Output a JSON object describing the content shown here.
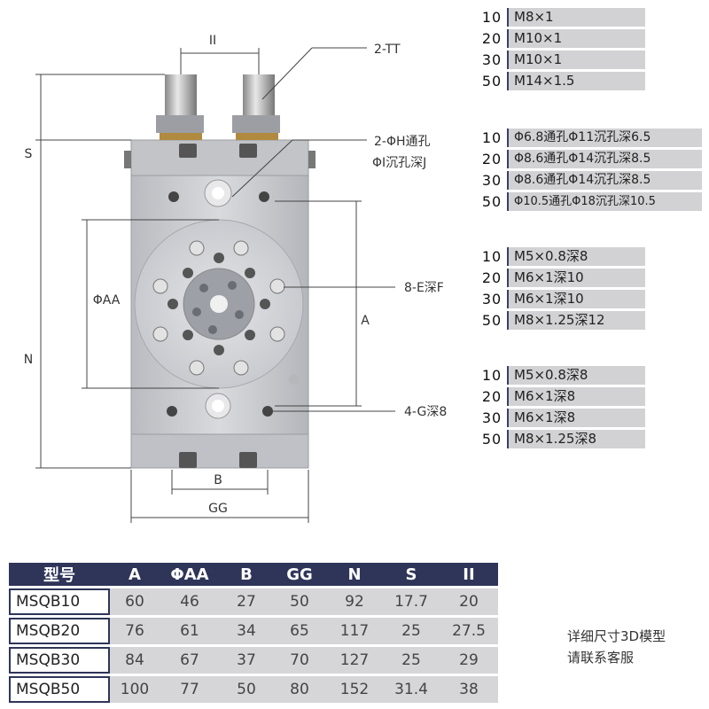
{
  "callouts": {
    "tt": "2-TT",
    "hole_line1": "2-ΦH通孔",
    "hole_line2": "ΦI沉孔深J",
    "e_thread": "8-E深F",
    "g_thread": "4-G深8"
  },
  "dims": {
    "ii": "II",
    "s": "S",
    "n": "N",
    "aa": "ΦAA",
    "a": "A",
    "b": "B",
    "gg": "GG"
  },
  "spec_tt": [
    {
      "size": "10",
      "value": "M8×1"
    },
    {
      "size": "20",
      "value": "M10×1"
    },
    {
      "size": "30",
      "value": "M10×1"
    },
    {
      "size": "50",
      "value": "M14×1.5"
    }
  ],
  "spec_h": [
    {
      "size": "10",
      "value": "Φ6.8通孔Φ11沉孔深6.5"
    },
    {
      "size": "20",
      "value": "Φ8.6通孔Φ14沉孔深8.5"
    },
    {
      "size": "30",
      "value": "Φ8.6通孔Φ14沉孔深8.5"
    },
    {
      "size": "50",
      "value": "Φ10.5通孔Φ18沉孔深10.5"
    }
  ],
  "spec_e": [
    {
      "size": "10",
      "value": "M5×0.8深8"
    },
    {
      "size": "20",
      "value": "M6×1深10"
    },
    {
      "size": "30",
      "value": "M6×1深10"
    },
    {
      "size": "50",
      "value": "M8×1.25深12"
    }
  ],
  "spec_g": [
    {
      "size": "10",
      "value": "M5×0.8深8"
    },
    {
      "size": "20",
      "value": "M6×1深8"
    },
    {
      "size": "30",
      "value": "M6×1深8"
    },
    {
      "size": "50",
      "value": "M8×1.25深8"
    }
  ],
  "table": {
    "headers": [
      "型号",
      "A",
      "ΦAA",
      "B",
      "GG",
      "N",
      "S",
      "II"
    ],
    "rows": [
      [
        "MSQB10",
        "60",
        "46",
        "27",
        "50",
        "92",
        "17.7",
        "20"
      ],
      [
        "MSQB20",
        "76",
        "61",
        "34",
        "65",
        "117",
        "25",
        "27.5"
      ],
      [
        "MSQB30",
        "84",
        "67",
        "37",
        "70",
        "127",
        "25",
        "29"
      ],
      [
        "MSQB50",
        "100",
        "77",
        "50",
        "80",
        "152",
        "31.4",
        "38"
      ]
    ]
  },
  "note": {
    "line1": "详细尺寸3D模型",
    "line2": "请联系客服"
  },
  "colors": {
    "navy": "#2e3558",
    "cell_gray": "#d6d6d8",
    "body_metal": "#c8c9cd"
  }
}
